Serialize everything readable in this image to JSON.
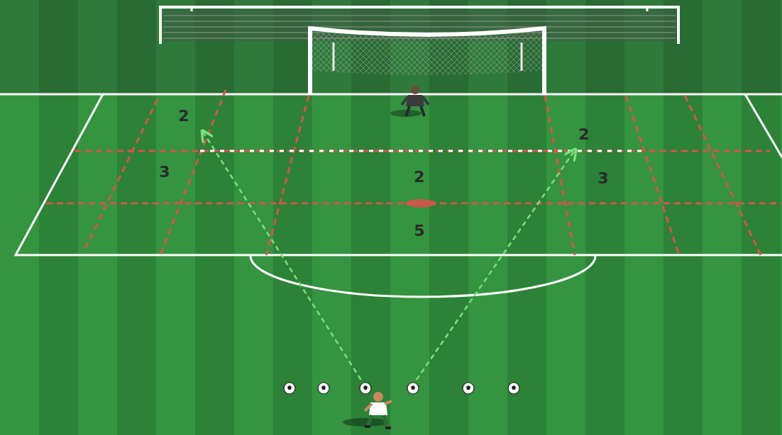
{
  "diagram": {
    "labels": [
      "2",
      "2",
      "3",
      "2",
      "3",
      "5"
    ]
  }
}
